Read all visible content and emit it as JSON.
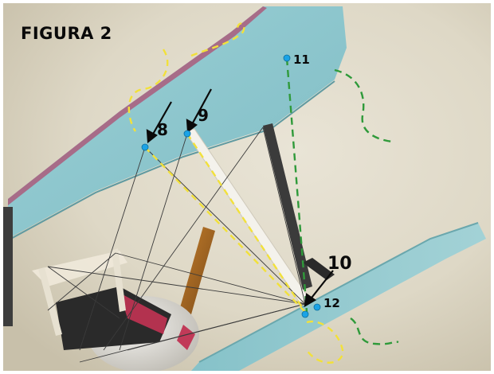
{
  "figure": {
    "title": "FIGURA 2"
  },
  "callouts": {
    "c8": "8",
    "c9": "9",
    "c10": "10",
    "c11": "11",
    "c12": "12"
  },
  "colors": {
    "dot": "#1aa3e6",
    "yellow_dash": "#f2e13a",
    "green_dash": "#2f9a3a",
    "wing": "#8fc8cf",
    "rigging": "#3a3a3a"
  }
}
